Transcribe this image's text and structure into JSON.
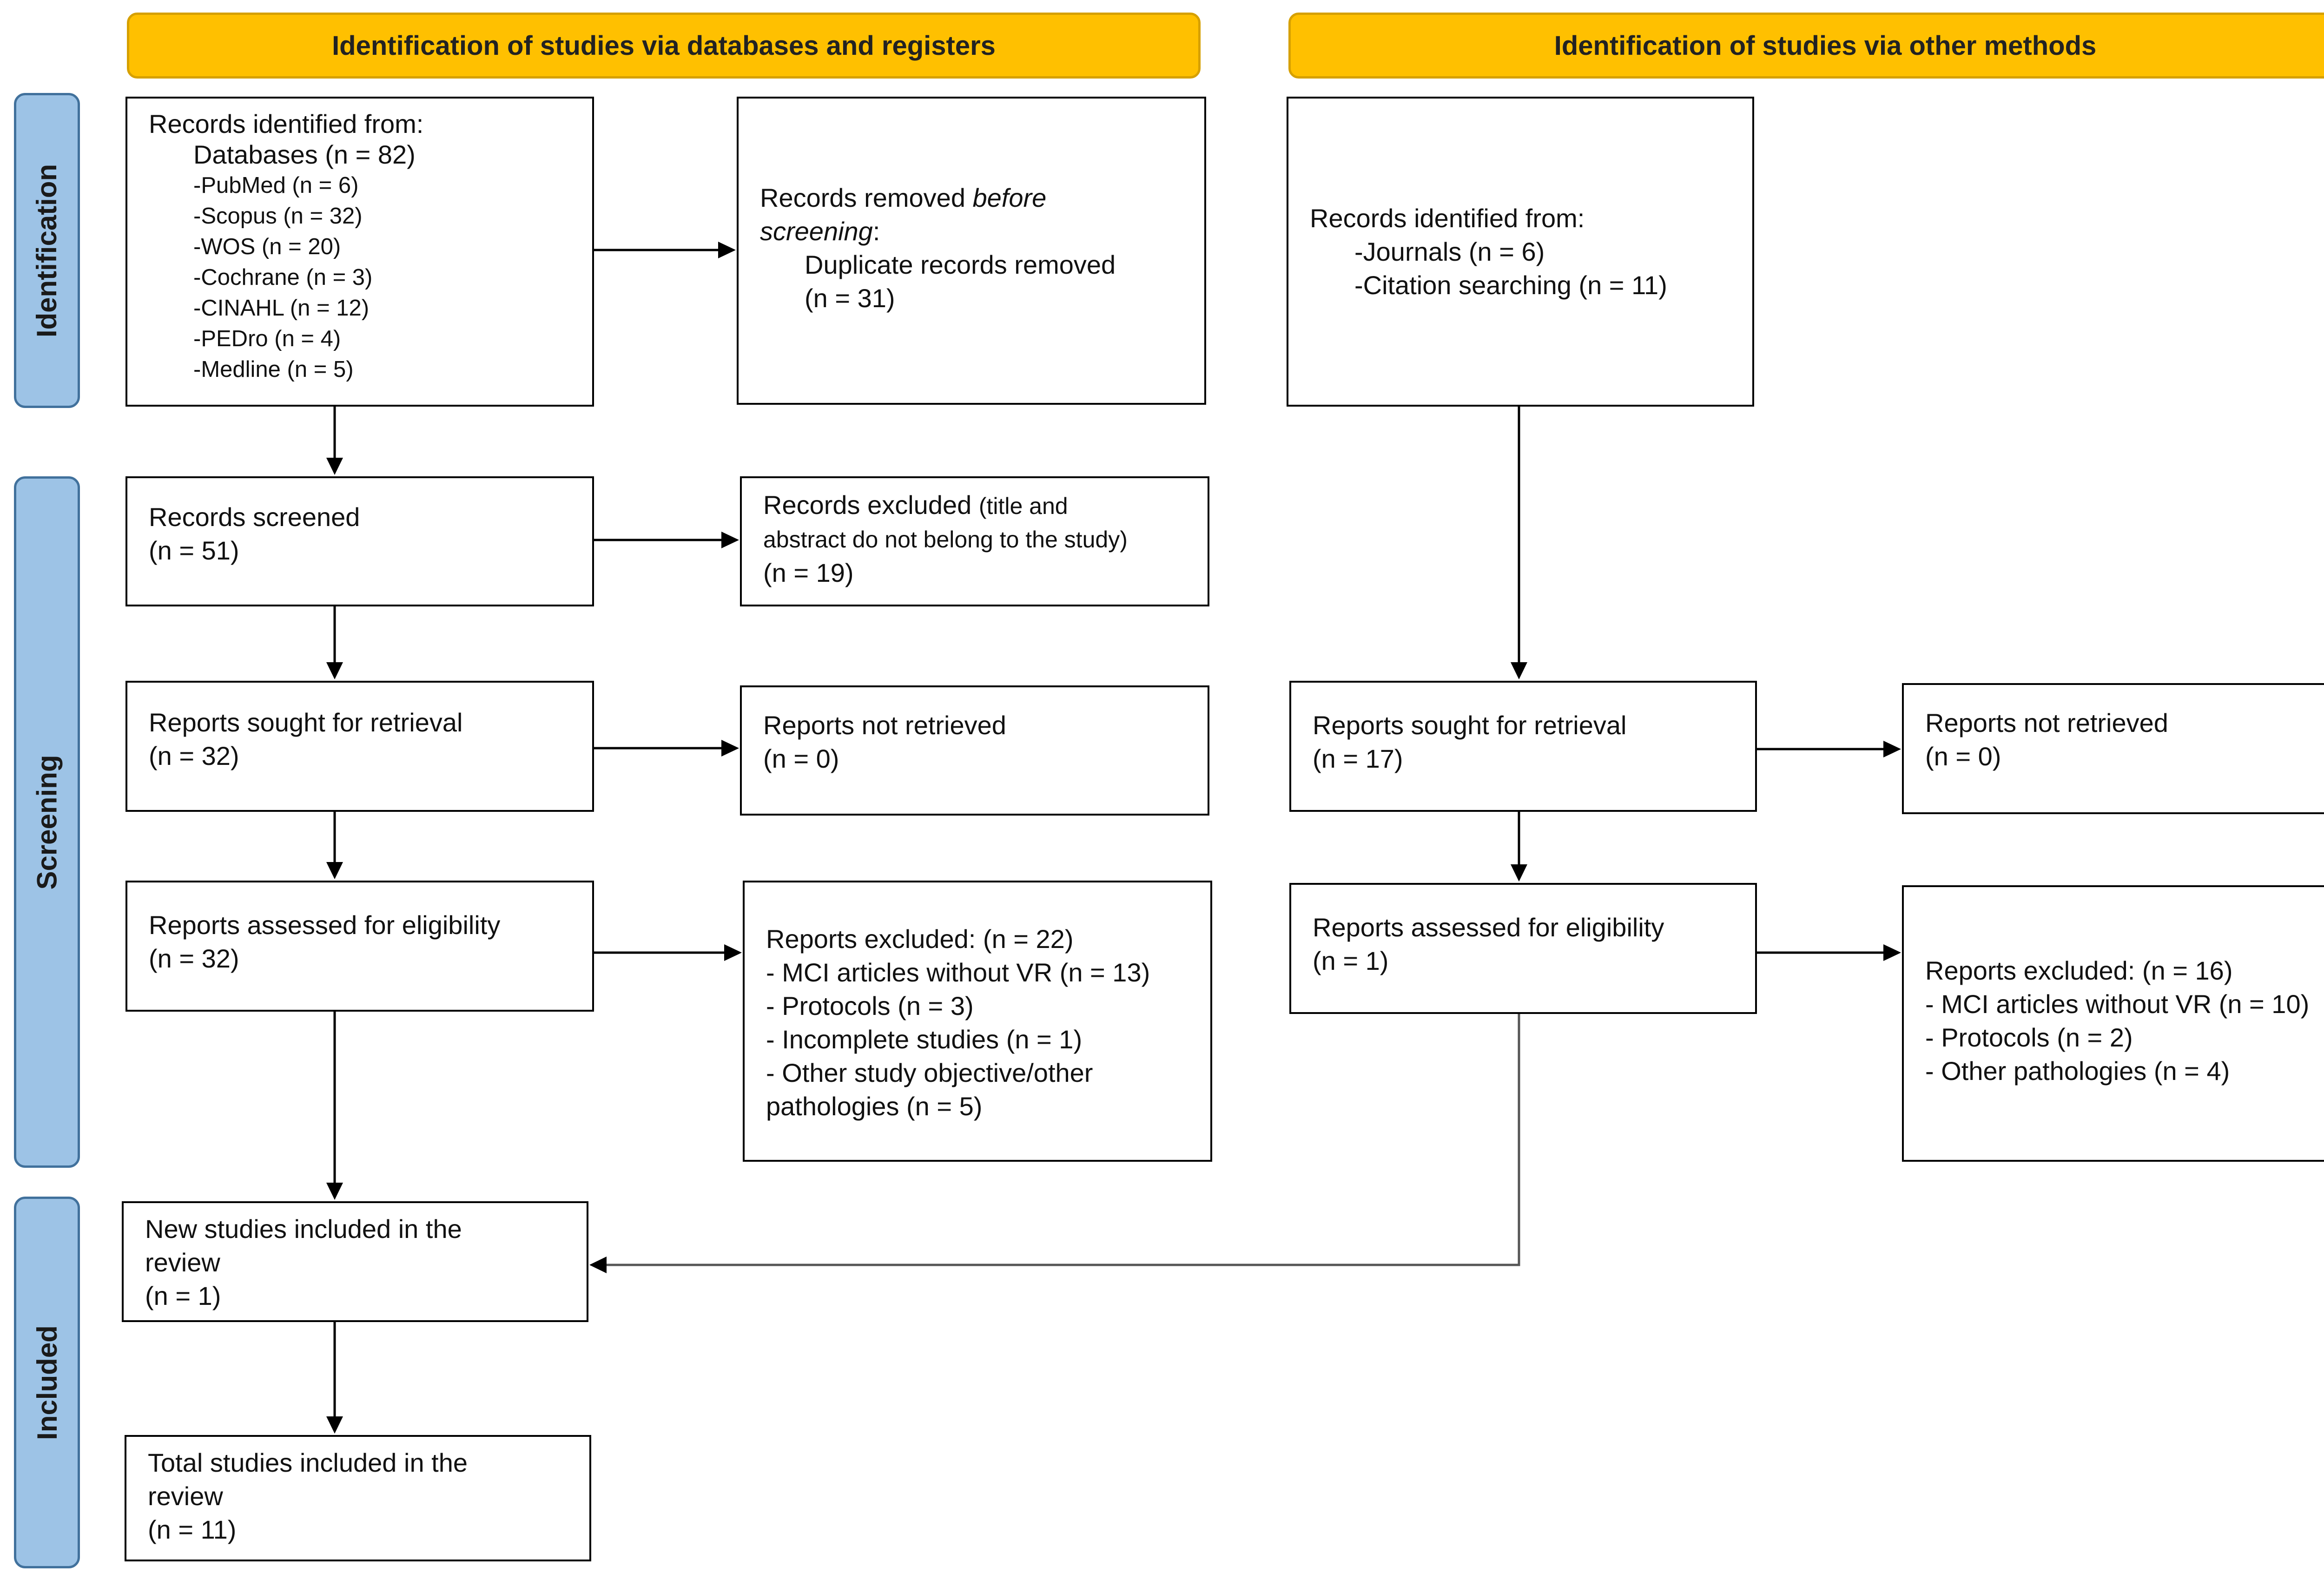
{
  "headers": {
    "databases": "Identification of studies via databases and registers",
    "other": "Identification of studies via other methods"
  },
  "phases": {
    "identification": "Identification",
    "screening": "Screening",
    "included": "Included"
  },
  "left": {
    "records_identified": {
      "title": "Records identified from:",
      "databases": "Databases (n = 82)",
      "sources": [
        "-PubMed (n = 6)",
        "-Scopus (n = 32)",
        "-WOS (n = 20)",
        "-Cochrane (n = 3)",
        "-CINAHL (n = 12)",
        "-PEDro (n = 4)",
        "-Medline (n = 5)"
      ]
    },
    "records_removed": {
      "line1_a": "Records removed ",
      "line1_b": "before",
      "line2_a": "screening",
      "line2_b": ":",
      "detail": "Duplicate records removed",
      "count": "(n = 31)"
    },
    "records_screened": {
      "title": "Records screened",
      "count": "(n = 51)"
    },
    "records_excluded": {
      "title": "Records excluded ",
      "note1": "(title and",
      "note2": "abstract do not belong to the study)",
      "count": "(n = 19)"
    },
    "reports_sought": {
      "title": "Reports sought for retrieval",
      "count": "(n = 32)"
    },
    "reports_not_retrieved": {
      "title": "Reports not retrieved",
      "count": "(n = 0)"
    },
    "reports_assessed": {
      "title": "Reports assessed for eligibility",
      "count": "(n = 32)"
    },
    "reports_excluded": {
      "title": "Reports excluded: (n = 22)",
      "items": [
        "- MCI articles without VR (n = 13)",
        "- Protocols (n = 3)",
        "- Incomplete studies (n = 1)",
        "- Other study objective/other",
        "pathologies (n = 5)"
      ]
    },
    "new_included": {
      "line1": "New studies included in the",
      "line2": "review",
      "count": "(n = 1)"
    },
    "total_included": {
      "line1": "Total studies included in the",
      "line2": "review",
      "count": "(n = 11)"
    }
  },
  "right": {
    "records_identified": {
      "title": "Records identified from:",
      "sources": [
        "-Journals (n = 6)",
        "-Citation searching (n = 11)"
      ]
    },
    "reports_sought": {
      "title": "Reports sought for retrieval",
      "count": "(n = 17)"
    },
    "reports_not_retrieved": {
      "title": "Reports not retrieved",
      "count": "(n = 0)"
    },
    "reports_assessed": {
      "title": "Reports assessed for eligibility",
      "count": "(n = 1)"
    },
    "reports_excluded": {
      "title": "Reports excluded: (n = 16)",
      "items": [
        "- MCI articles without VR (n = 10)",
        "- Protocols (n = 2)",
        "- Other pathologies (n = 4)"
      ]
    }
  }
}
